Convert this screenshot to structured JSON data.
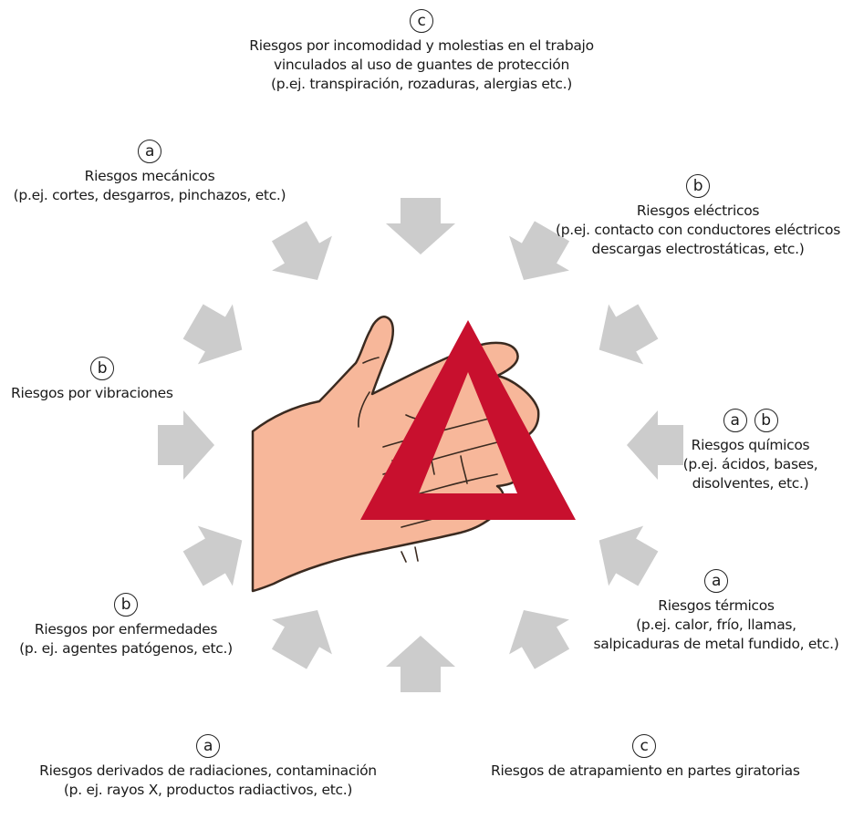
{
  "hazards": [
    {
      "id": "c-top",
      "letters": [
        "c"
      ],
      "lines": [
        "Riesgos por incomodidad y molestias en el trabajo",
        "vinculados al uso de guantes de protección",
        "(p.ej. transpiración, rozaduras, alergias etc.)"
      ]
    },
    {
      "id": "a-mec",
      "letters": [
        "a"
      ],
      "lines": [
        "Riesgos mecánicos",
        "(p.ej. cortes, desgarros, pinchazos, etc.)"
      ]
    },
    {
      "id": "b-elec",
      "letters": [
        "b"
      ],
      "lines": [
        "Riesgos eléctricos",
        "(p.ej. contacto con conductores eléctricos",
        "descargas electrostáticas, etc.)"
      ]
    },
    {
      "id": "b-vib",
      "letters": [
        "b"
      ],
      "lines": [
        "Riesgos por vibraciones"
      ]
    },
    {
      "id": "ab-quim",
      "letters": [
        "a",
        "b"
      ],
      "lines": [
        "Riesgos químicos",
        "(p.ej. ácidos, bases,",
        "disolventes, etc.)"
      ]
    },
    {
      "id": "a-term",
      "letters": [
        "a"
      ],
      "lines": [
        "Riesgos térmicos",
        "(p.ej.  calor, frío, llamas,",
        "salpicaduras de metal fundido, etc.)"
      ]
    },
    {
      "id": "b-enf",
      "letters": [
        "b"
      ],
      "lines": [
        "Riesgos por enfermedades",
        "(p. ej. agentes patógenos, etc.)"
      ]
    },
    {
      "id": "a-rad",
      "letters": [
        "a"
      ],
      "lines": [
        "Riesgos derivados de radiaciones, contaminación",
        "(p. ej. rayos X, productos radiactivos, etc.)"
      ]
    },
    {
      "id": "c-atrap",
      "letters": [
        "c"
      ],
      "lines": [
        "Riesgos de atrapamiento en partes giratorias"
      ]
    }
  ],
  "colors": {
    "arrow": "#cccccc",
    "triangle": "#c8102e",
    "skin": "#f7b79a",
    "outline": "#3a2a20"
  },
  "icons": {
    "center": "hand-icon",
    "warning": "warning-triangle-icon",
    "pointer": "arrow-icon"
  }
}
